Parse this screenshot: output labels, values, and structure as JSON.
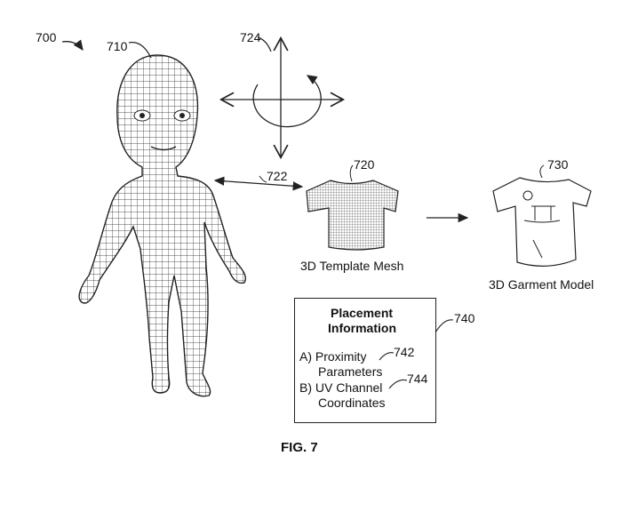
{
  "figure": {
    "label": "FIG. 7",
    "refs": {
      "figure": "700",
      "body_mesh": "710",
      "template_mesh": "720",
      "association": "722",
      "transform": "724",
      "garment": "730",
      "placement": "740",
      "proximity": "742",
      "uv": "744"
    },
    "template_mesh_label": "3D Template Mesh",
    "garment_model_label": "3D Garment Model",
    "placement_box": {
      "title_line1": "Placement",
      "title_line2": "Information",
      "item_a_line1": "A) Proximity",
      "item_a_line2": "Parameters",
      "item_b_line1": "B) UV Channel",
      "item_b_line2": "Coordinates"
    }
  }
}
